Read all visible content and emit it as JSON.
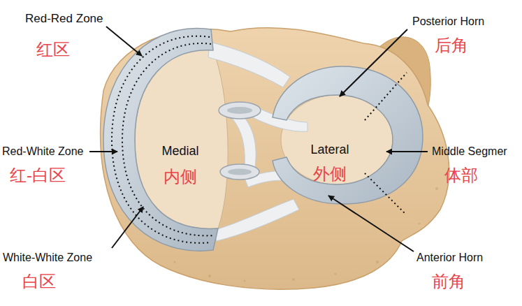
{
  "diagram": {
    "labels": [
      "Red-Red Zone",
      "红区",
      "Red-White Zone",
      "红-白区",
      "White-White Zone",
      "白区",
      "Medial",
      "内侧",
      "Lateral",
      "外侧",
      "Posterior Horn",
      "后角",
      "Middle Segmer",
      "体部",
      "Anterior Horn",
      "前角"
    ]
  }
}
